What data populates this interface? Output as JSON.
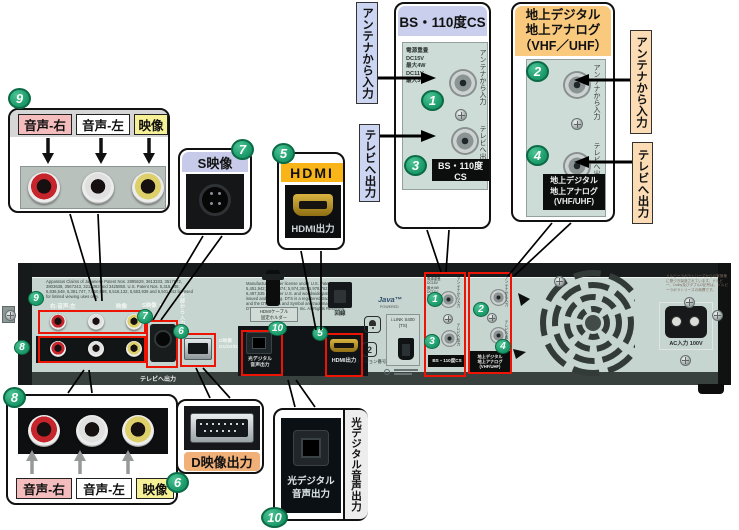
{
  "colors": {
    "badge_green": "#1f9e6d",
    "highlight_red": "#ec1505",
    "panel_face": "#c6d5cf",
    "header_periwinkle": "#c9cfec",
    "header_orange": "#f9c97e",
    "header_amber": "#f9b517",
    "side_label_blue": "#ccd6f2",
    "side_label_peach": "#fbdcb4",
    "chip_pink": "#f4bcbc",
    "chip_yellow": "#f6f096",
    "d_label_orange": "#f0b078"
  },
  "callouts": {
    "av_top": {
      "badge": "9",
      "labels": [
        "音声-右",
        "音声-左",
        "映像"
      ]
    },
    "av_bottom": {
      "badge": "8",
      "labels": [
        "音声-右",
        "音声-左",
        "映像"
      ]
    },
    "s_video": {
      "badge": "7",
      "title": "S映像"
    },
    "hdmi": {
      "badge": "5",
      "title": "HDMI",
      "port_label": "HDMI出力"
    },
    "d_video": {
      "badge": "6",
      "title": "D映像出力"
    },
    "optical": {
      "badge": "10",
      "port_label": "光デジタル\n音声出力",
      "side_label": "光デジタル音声出力"
    },
    "bs": {
      "badge_in": "1",
      "badge_out": "3",
      "title": "BS・110度CS",
      "power_note": "電源重畳\nDC15V\n最大4W\nDC11V\n最大3W",
      "in_vertical": "アンテナから入力",
      "out_vertical": "テレビへ出力",
      "section_label": "BS・110度CS"
    },
    "terrestrial": {
      "badge_in": "2",
      "badge_out": "4",
      "title": "地上デジタル\n地上アナログ\n（VHF／UHF）",
      "in_vertical": "アンテナから入力",
      "out_vertical": "テレビへ出力",
      "section_label": "地上デジタル\n地上アナログ\n(VHF/UHF)"
    }
  },
  "side_labels": {
    "bs_in": "アンテナから入力",
    "bs_out": "テレビへ出力",
    "terr_in": "アンテナから入力",
    "terr_out": "テレビへ出力"
  },
  "panel": {
    "patent_left": "Apparatus Claims of Japanese Patent Nos. 2895629, 3613333, 3517672, 3803638, 3567243, 3212363 and 3425850. U.S. Patent Nos. 5,315,448, 6,836,549, 6,381,747, 7,050,698, 6,516,132, 5,583,936 and 6,501,842 licensed for limited viewing uses only.",
    "patent_right": "Manufactured under license under U.S. Patent #'s: 5,451,942; 5,956,674; 5,974,380; 5,978,762; 6,487,535 and other U.S. and worldwide patents issued and pending. DTS is a registered trademark and the DTS logos and Symbol are trademarks of DTS, Inc. ©1996-2008 DTS, Inc. All Rights Reserved.",
    "row9_label": "右-音声-左",
    "row9_label2": "映像",
    "svideo_label": "S映像 ▼",
    "external_input_vertical": "外部から入力",
    "tv_out_label": "テレビへ出力",
    "d_video_label": "D映像\nD1/D2/D3/D4",
    "hdmi_holder_label": "HDMIケーブル\n固定ホルダー",
    "line_label": "回線",
    "java_label": "Java™",
    "java_sub": "POWERED",
    "ilink_label": "i.LINK S400\n(TS)",
    "region_number": "2",
    "region_label": "リージョン番号",
    "optical_label": "光デジタル\n音声出力",
    "hdmi_out_label": "HDMI出力",
    "bs_power_note": "電源重畳\nDC15V\n最大4W\nDC11V\n最大3W",
    "bs_in_vertical": "アンテナから入力",
    "bs_out_vertical": "テレビへ出力",
    "bs_section_label": "BS・110度CS",
    "terr_in_vertical": "アンテナから入力",
    "terr_out_vertical": "テレビへ出力",
    "terr_section_label": "地上デジタル\n地上アナログ\n(VHF/UHF)",
    "dolby_note": "ドルビーラボラトリーズからの実施権に基づき製造されています。ドルビー、Dolby及びダブルD記号は、ドルビーラボラトリーズの商標です。",
    "ac_label": "AC入力 100V"
  }
}
